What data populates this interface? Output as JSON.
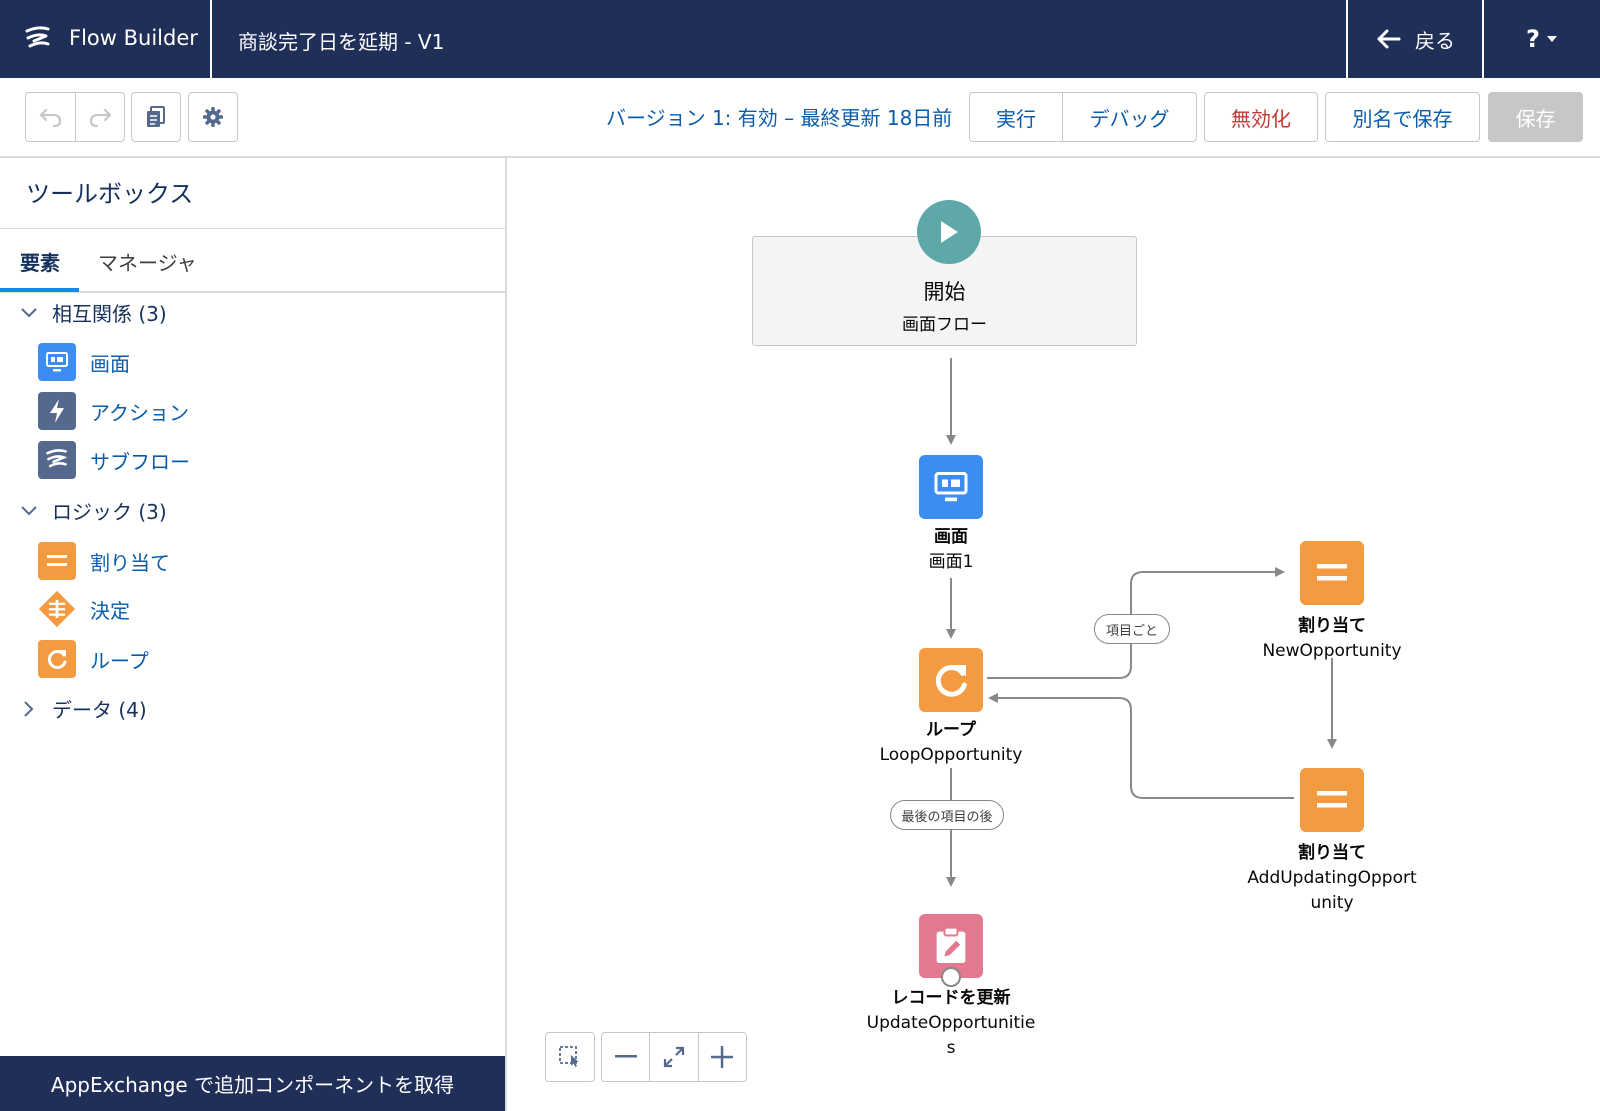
{
  "header": {
    "brand": "Flow Builder",
    "title": "商談完了日を延期 - V1",
    "back_label": "戻る",
    "help_label": "?"
  },
  "toolbar": {
    "version_text": "バージョン 1: 有効 – 最終更新 18日前",
    "run_label": "実行",
    "debug_label": "デバッグ",
    "deactivate_label": "無効化",
    "save_as_label": "別名で保存",
    "save_label": "保存"
  },
  "sidebar": {
    "title": "ツールボックス",
    "tabs": [
      {
        "label": "要素",
        "active": true
      },
      {
        "label": "マネージャ",
        "active": false
      }
    ],
    "sections": [
      {
        "label": "相互関係 (3)",
        "expanded": true,
        "items": [
          {
            "label": "画面",
            "icon": "screen-icon"
          },
          {
            "label": "アクション",
            "icon": "bolt-icon"
          },
          {
            "label": "サブフロー",
            "icon": "flow-icon"
          }
        ]
      },
      {
        "label": "ロジック (3)",
        "expanded": true,
        "items": [
          {
            "label": "割り当て",
            "icon": "equals-icon"
          },
          {
            "label": "決定",
            "icon": "decision-icon"
          },
          {
            "label": "ループ",
            "icon": "loop-icon"
          }
        ]
      },
      {
        "label": "データ (4)",
        "expanded": false,
        "items": []
      }
    ],
    "appexchange_label": "AppExchange で追加コンポーネントを取得"
  },
  "canvas": {
    "start": {
      "title": "開始",
      "subtitle": "画面フロー"
    },
    "nodes": [
      {
        "type": "画面",
        "name": "画面1"
      },
      {
        "type": "ループ",
        "name": "LoopOpportunity"
      },
      {
        "type": "割り当て",
        "name": "NewOpportunity"
      },
      {
        "type": "割り当て",
        "name": "AddUpdatingOpport",
        "name2": "unity"
      },
      {
        "type": "レコードを更新",
        "name": "UpdateOpportunitie",
        "name2": "s"
      }
    ],
    "connectors": {
      "for_each": "項目ごと",
      "after_last": "最後の項目の後"
    }
  },
  "colors": {
    "header_bg": "#1f2f58",
    "screen": "#3b8df2",
    "assignment": "#f49b41",
    "start": "#5ea8a8",
    "update_record": "#e2798f",
    "link": "#0b5cab",
    "deactivate": "#c23934"
  }
}
